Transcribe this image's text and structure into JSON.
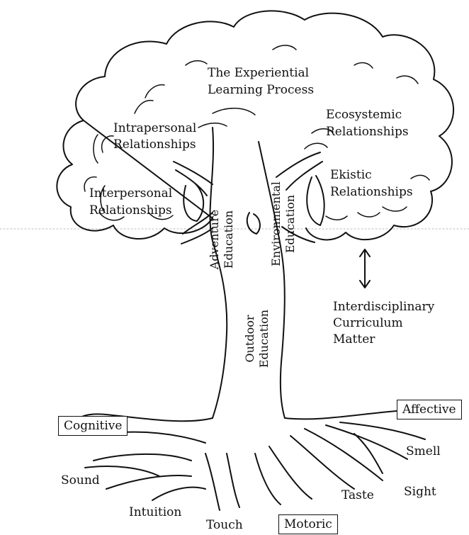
{
  "canopy": {
    "title_line1": "The Experiential",
    "title_line2": "Learning Process",
    "intrapersonal_line1": "Intrapersonal",
    "intrapersonal_line2": "Relationships",
    "interpersonal_line1": "Interpersonal",
    "interpersonal_line2": "Relationships",
    "ecosystemic_line1": "Ecosystemic",
    "ecosystemic_line2": "Relationships",
    "ekistic_line1": "Ekistic",
    "ekistic_line2": "Relationships"
  },
  "branches": {
    "adventure_line1": "Adventure",
    "adventure_line2": "Education",
    "environmental_line1": "Environmental",
    "environmental_line2": "Education"
  },
  "trunk": {
    "line1": "Outdoor",
    "line2": "Education"
  },
  "side_note": {
    "line1": "Interdisciplinary",
    "line2": "Curriculum",
    "line3": "Matter"
  },
  "roots": {
    "cognitive": "Cognitive",
    "affective": "Affective",
    "motoric": "Motoric",
    "smell": "Smell",
    "sight": "Sight",
    "taste": "Taste",
    "sound": "Sound",
    "intuition": "Intuition",
    "touch": "Touch"
  }
}
